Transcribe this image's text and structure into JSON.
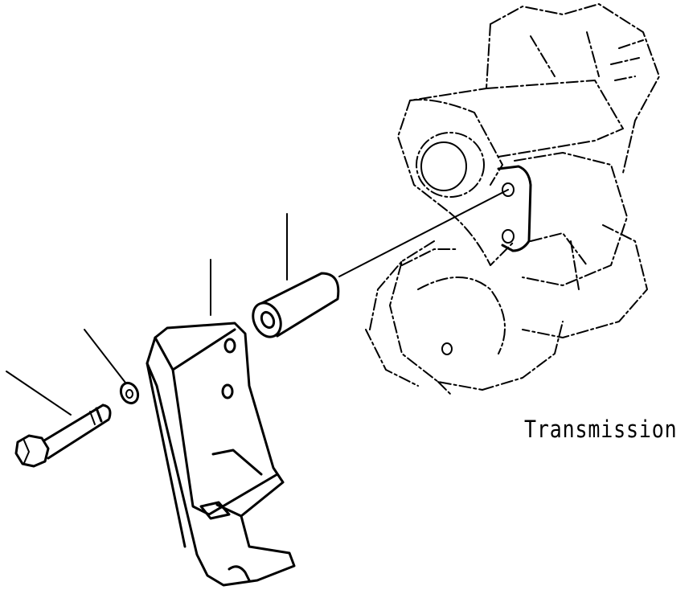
{
  "diagram": {
    "caption": "Transmission",
    "parts": [
      {
        "name": "bolt"
      },
      {
        "name": "washer"
      },
      {
        "name": "bracket"
      },
      {
        "name": "spacer"
      },
      {
        "name": "transmission"
      }
    ],
    "colors": {
      "line": "#000000",
      "background": "#ffffff"
    }
  }
}
